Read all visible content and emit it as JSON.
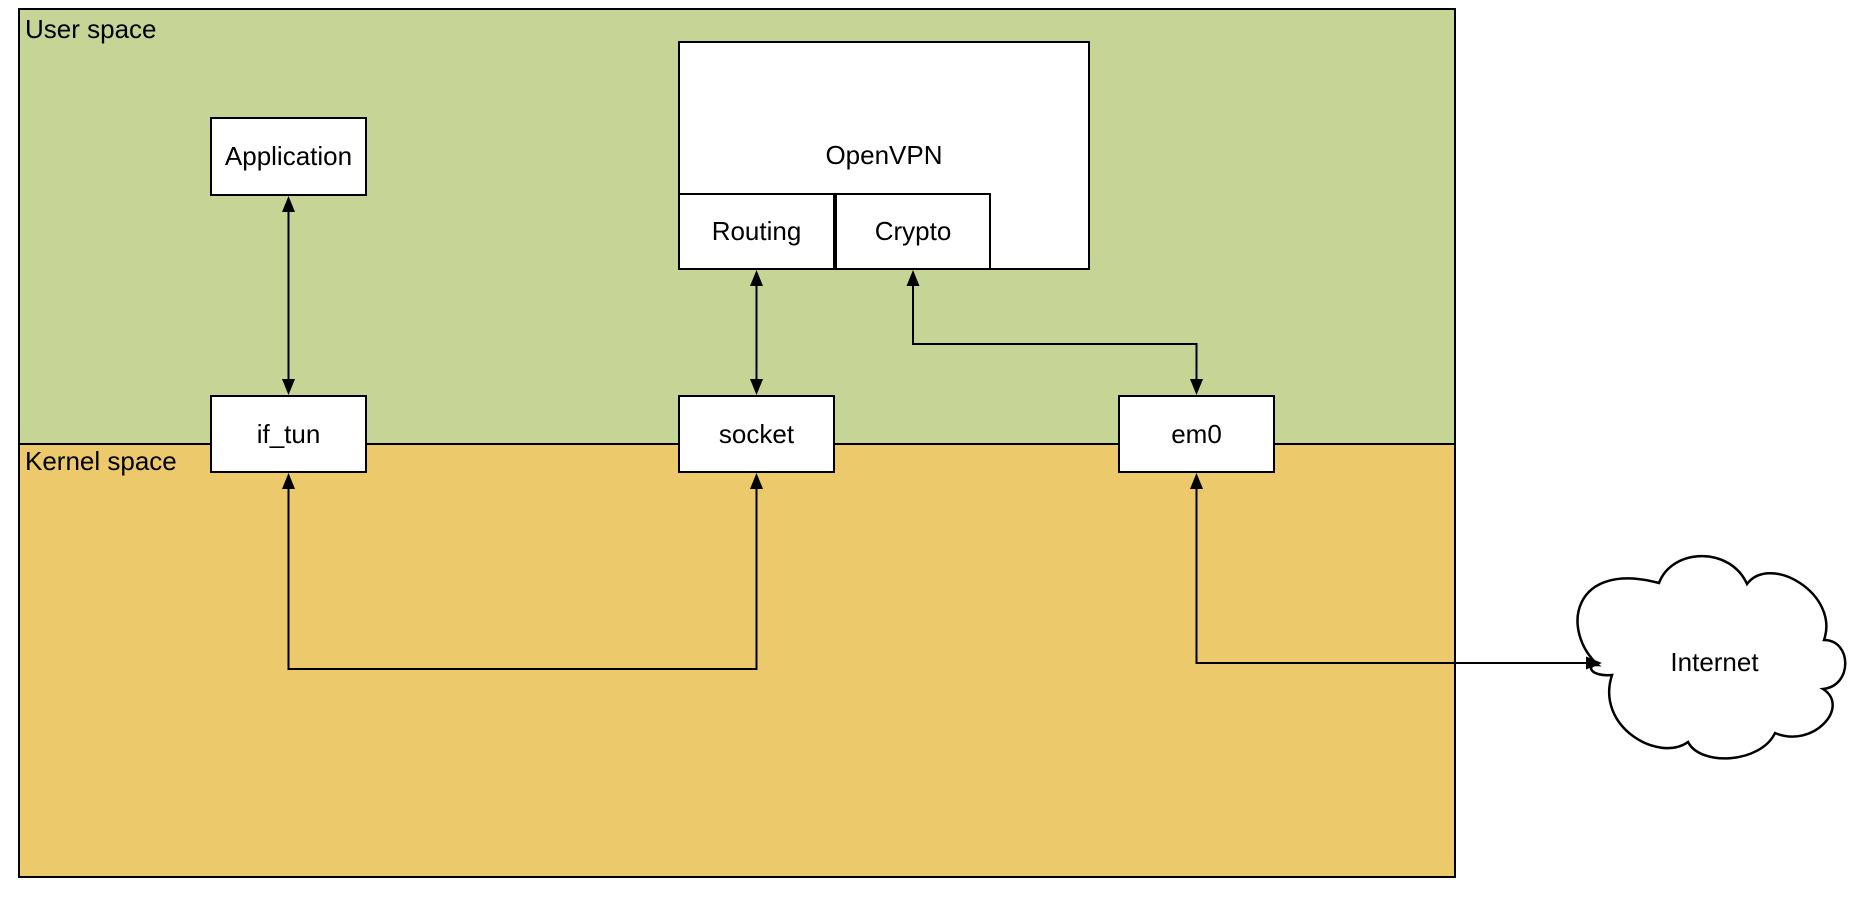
{
  "diagram": {
    "regions": {
      "user_space": {
        "label": "User space",
        "fill": "#c6d495"
      },
      "kernel_space": {
        "label": "Kernel space",
        "fill": "#ecc96a"
      }
    },
    "nodes": {
      "application": {
        "label": "Application"
      },
      "openvpn": {
        "label": "OpenVPN"
      },
      "routing": {
        "label": "Routing"
      },
      "crypto": {
        "label": "Crypto"
      },
      "if_tun": {
        "label": "if_tun"
      },
      "socket": {
        "label": "socket"
      },
      "em0": {
        "label": "em0"
      },
      "internet": {
        "label": "Internet"
      }
    },
    "edges": [
      {
        "from": "application",
        "to": "if_tun",
        "direction": "both",
        "route": "straight-vertical"
      },
      {
        "from": "routing",
        "to": "socket",
        "direction": "both",
        "route": "straight-vertical"
      },
      {
        "from": "crypto",
        "to": "em0",
        "direction": "both",
        "route": "elbow-through-user-space"
      },
      {
        "from": "if_tun",
        "to": "socket",
        "direction": "both",
        "route": "elbow-through-kernel-space"
      },
      {
        "from": "em0",
        "to": "internet",
        "direction": "both",
        "route": "elbow-to-cloud"
      }
    ],
    "colors": {
      "node_fill": "#ffffff",
      "stroke": "#000000",
      "user_space_fill": "#c6d495",
      "kernel_space_fill": "#ecc96a"
    }
  }
}
